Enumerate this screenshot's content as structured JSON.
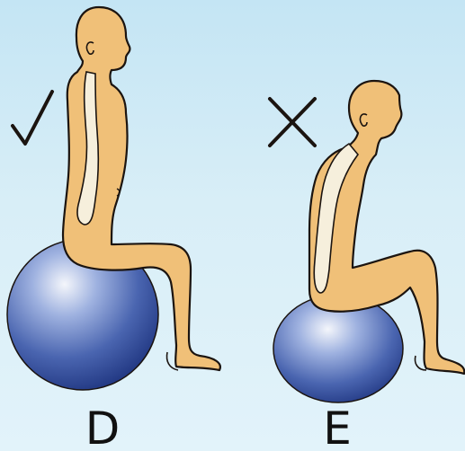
{
  "figure": {
    "panels": [
      {
        "label": "D",
        "verdict": "correct",
        "mark": "check-mark-icon",
        "ball": "large-exercise-ball",
        "posture": "upright-neutral-spine"
      },
      {
        "label": "E",
        "verdict": "incorrect",
        "mark": "cross-mark-icon",
        "ball": "small-exercise-ball",
        "posture": "slouched-rounded-spine"
      }
    ]
  },
  "colors": {
    "background": "#cfeaf6",
    "skin": "#f0c078",
    "outline": "#1b1410",
    "spine": "#f6efdc",
    "ball_light": "#e8ecf6",
    "ball_mid": "#6f88c6",
    "ball_dark": "#233a86",
    "mark": "#1b1410"
  }
}
